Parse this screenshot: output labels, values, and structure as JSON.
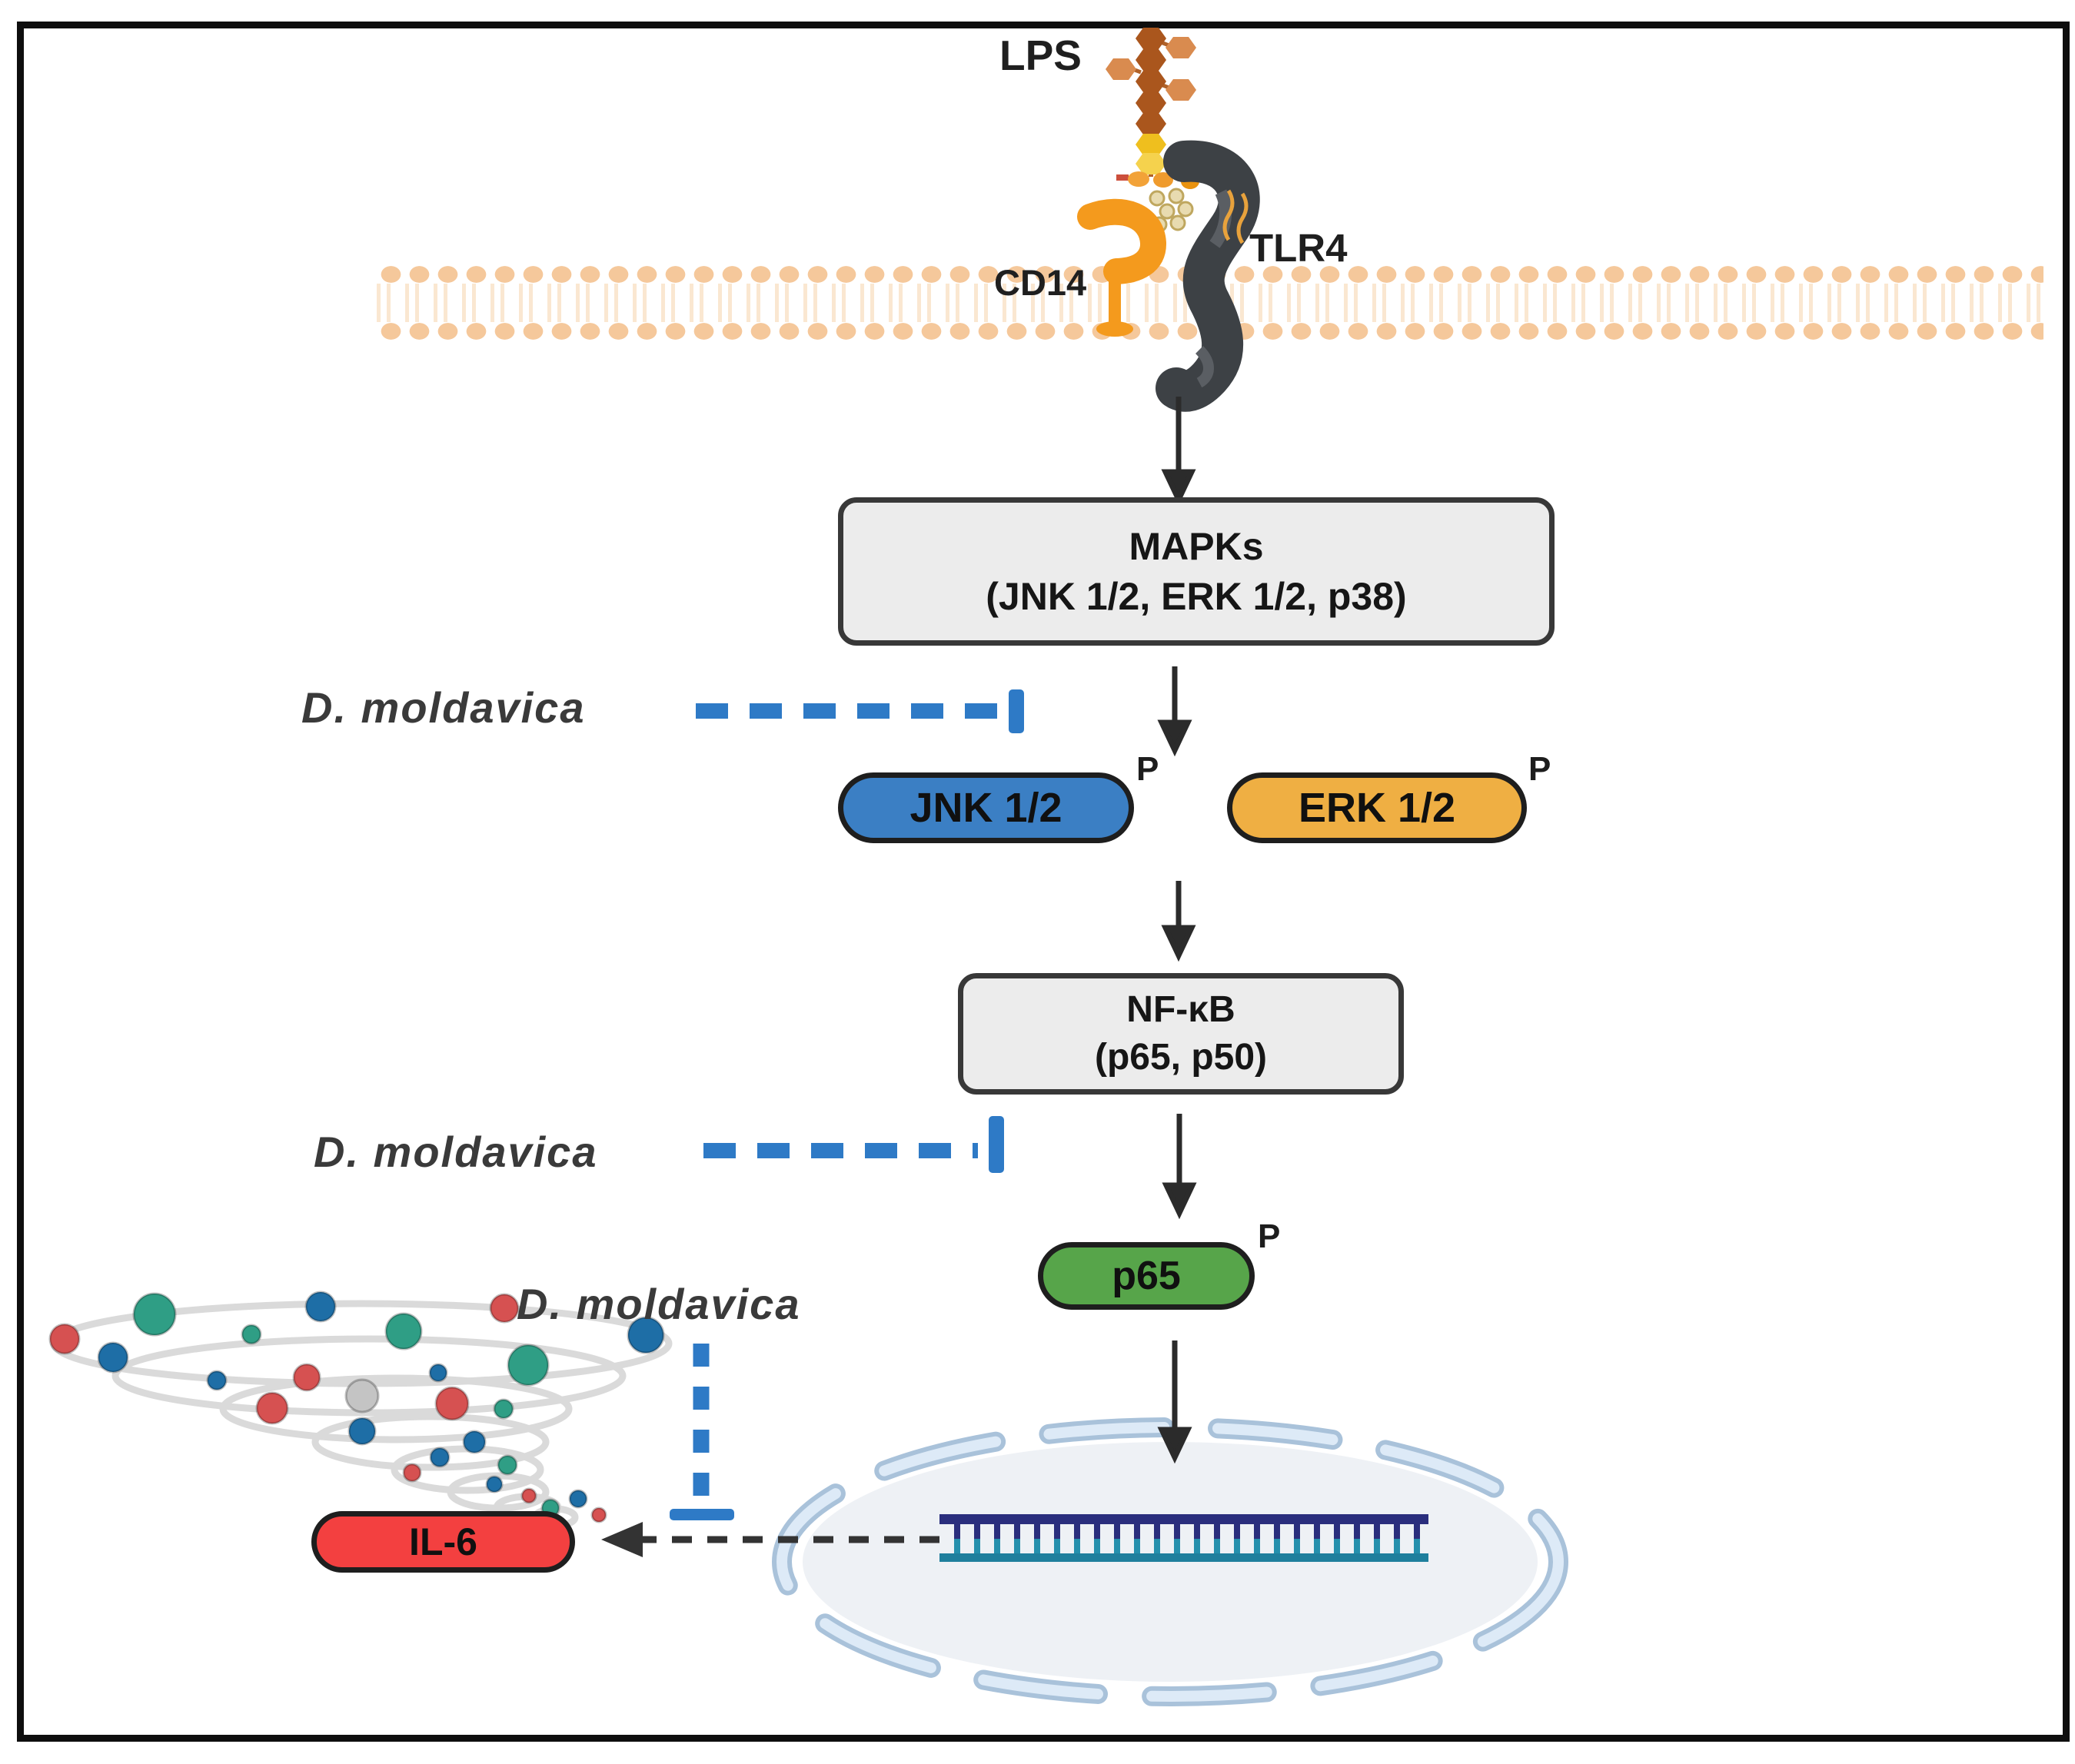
{
  "diagram": {
    "membrane": {
      "lps": "LPS",
      "tlr4": "TLR4",
      "cd14": "CD14"
    },
    "boxes": {
      "mapks": {
        "line1": "MAPKs",
        "line2": "(JNK 1/2, ERK 1/2, p38)"
      },
      "nfkb": {
        "line1": "NF-κB",
        "line2": "(p65, p50)"
      }
    },
    "pills": {
      "jnk": {
        "label": "JNK 1/2",
        "color": "#3b7fc4"
      },
      "erk": {
        "label": "ERK 1/2",
        "color": "#efaf43"
      },
      "p65": {
        "label": "p65",
        "color": "#57a54a"
      },
      "il6": {
        "label": "IL-6",
        "color": "#f34040"
      }
    },
    "phospho_label": "P",
    "inhibitor_label": "D. moldavica",
    "colors": {
      "inhibitor_blue": "#2e7ac6",
      "box_fill": "#ececec",
      "box_border": "#383838",
      "arrow_black": "#2b2b2b",
      "membrane_head": "#f5c89b",
      "nucleus_fill": "#eef1f5",
      "nuclear_envelope": "#cfe2f4",
      "dna_navy": "#2a2e7d",
      "dna_teal": "#2590ad",
      "tlr4_gray": "#3d4145",
      "cd14_orange": "#f49a1d",
      "lps_dark_hex": "#aa561d",
      "lps_light_hex": "#d98b4f",
      "lps_yellow_hex": "#efbf1e",
      "network_teal": "#2f9e85",
      "network_blue": "#1e6ea6",
      "network_red": "#d65151",
      "network_gray": "#c4c4c4"
    }
  }
}
